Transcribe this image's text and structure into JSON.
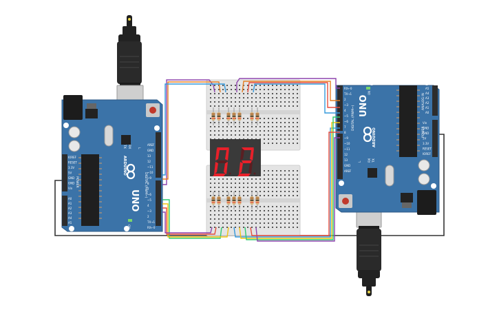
{
  "board_left": {
    "logo_text": "UNO",
    "brand_text": "ARDUINO",
    "header_top_pins": [
      "AREF",
      "GND",
      "13",
      "12",
      "~11",
      "~10",
      "~9",
      "8",
      "7",
      "~6",
      "~5",
      "4",
      "~3",
      "2",
      "TX→1",
      "RX←0"
    ],
    "power_pins": [
      "IOREF",
      "RESET",
      "3.3V",
      "5V",
      "GND",
      "GND",
      "Vin"
    ],
    "analog_pins": [
      "A0",
      "A1",
      "A2",
      "A3",
      "A4",
      "A5"
    ],
    "label_power": "POWER",
    "label_analog": "ANALOG IN",
    "label_digital": "DIGITAL (PWM~)",
    "led_tx": "TX",
    "led_rx": "RX",
    "led_l": "L",
    "led_on": "ON"
  },
  "board_right": {
    "logo_text": "UNO",
    "brand_text": "ARDUINO",
    "header_top_pins": [
      "RX←0",
      "TX→1",
      "2",
      "~3",
      "4",
      "~5",
      "~6",
      "7",
      "8",
      "~9",
      "~10",
      "~11",
      "12",
      "13",
      "GND",
      "AREF"
    ],
    "power_pins": [
      "Vin",
      "GND",
      "GND",
      "5V",
      "3.3V",
      "RESET",
      "IOREF"
    ],
    "analog_pins": [
      "A5",
      "A4",
      "A3",
      "A2",
      "A1",
      "A0"
    ],
    "label_power": "POWER",
    "label_analog": "ANALOG IN",
    "label_digital": "DIGITAL (PWM~)",
    "led_tx": "TX",
    "led_rx": "RX",
    "led_l": "L",
    "led_on": "ON"
  },
  "display": {
    "digits": [
      "0",
      "2"
    ],
    "segment_color_on": "#e8202a",
    "segment_color_off": "#5a1f22",
    "body_color": "#3a3a3a"
  },
  "colors": {
    "board": "#3b73a8",
    "board_dark": "#2c5a86",
    "breadboard": "#e2e2e2",
    "header": "#2d2d2d",
    "usb_metal": "#c9c9c9",
    "cable": "#262626",
    "wire_black": "#333333"
  },
  "icons": {
    "usb_plug": "usb-plug-icon",
    "infinity_logo": "arduino-logo-icon",
    "reset_button": "reset-button-icon"
  }
}
